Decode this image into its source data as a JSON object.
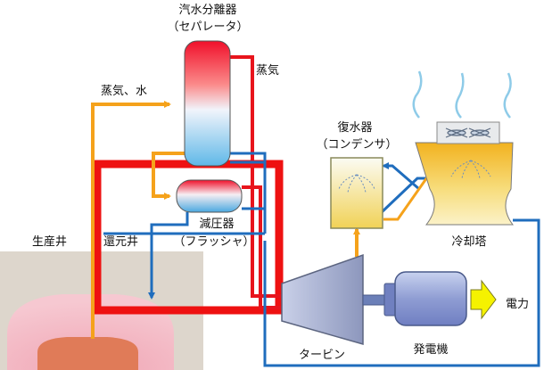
{
  "labels": {
    "separator_line1": "汽水分離器",
    "separator_line2": "（セパレータ）",
    "steam": "蒸気",
    "steam_water": "蒸気、水",
    "condenser_line1": "復水器",
    "condenser_line2": "（コンデンサ）",
    "flasher_line1": "減圧器",
    "flasher_line2": "（フラッシャ）",
    "production_well": "生産井",
    "reinjection_well": "還元井",
    "cooling_tower": "冷却塔",
    "turbine": "タービン",
    "generator": "発電機",
    "power": "電力"
  },
  "colors": {
    "steam_pipe": "#e8141c",
    "hot_water_pipe": "#f5a21b",
    "cold_water_pipe": "#1f6dbd",
    "highlight_frame": "#ee1111",
    "ground": "#ddd6cc",
    "reservoir": "#f2b8c3",
    "magma_core": "#e07b58",
    "cooling_tower": "#f2b21f",
    "power_arrow": "#f5f200"
  },
  "icons": {
    "turbine": "turbine-icon",
    "generator": "generator-icon",
    "fan": "fan-icon",
    "power_arrow": "power-arrow-icon"
  }
}
